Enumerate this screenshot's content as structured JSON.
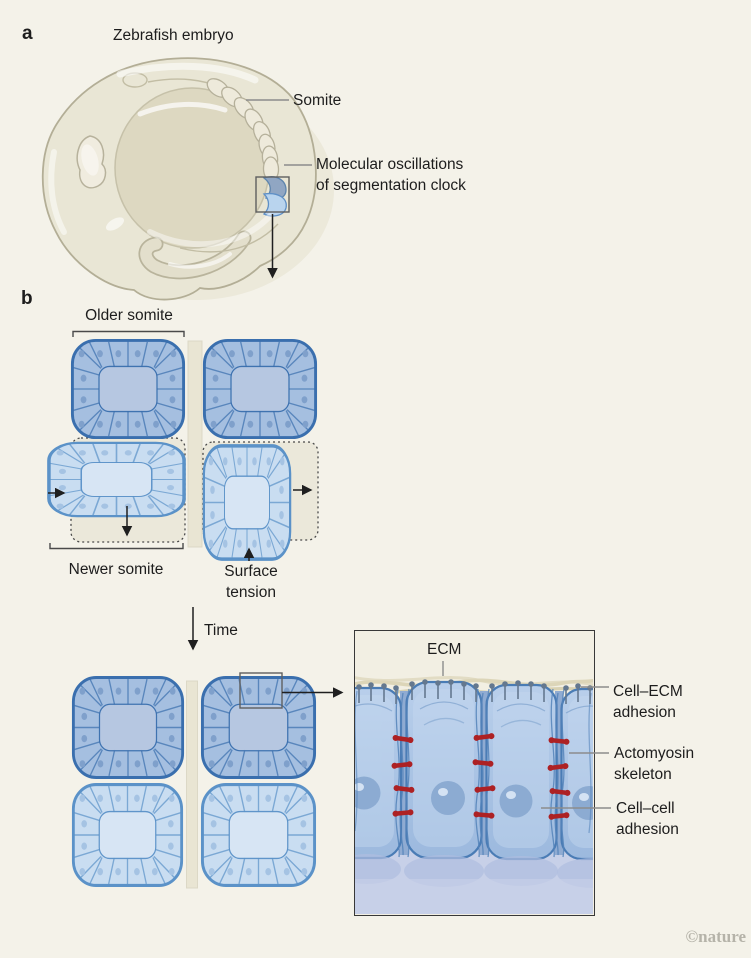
{
  "figure": {
    "panel_a": {
      "label": "a",
      "title": "Zebrafish embryo",
      "somite": "Somite",
      "oscillations": "Molecular oscillations\nof segmentation clock"
    },
    "panel_b": {
      "label": "b",
      "older_somite": "Older somite",
      "newer_somite": "Newer somite",
      "surface_tension": "Surface\ntension",
      "time": "Time",
      "ecm": "ECM",
      "cell_ecm": "Cell–ECM\nadhesion",
      "actomyosin": "Actomyosin\nskeleton",
      "cell_cell": "Cell–cell\nadhesion"
    },
    "watermark": "©nature",
    "colors": {
      "background": "#f4f2e9",
      "older_somite_fill": "#a5bfe0",
      "older_somite_outline": "#3a6fae",
      "newer_somite_fill": "#c9ddf1",
      "newer_somite_outline": "#5b92c8",
      "embryo_body": "#e9e6d5",
      "embryo_outline": "#b3ae96",
      "notochord": "#e9e5d3",
      "ecm_fiber": "#dcd5b8",
      "cell_cell_adhesion_red": "#ad2124",
      "cell_ecm_pin_gray": "#64788f",
      "detail_cell_fill": "#aac2e2",
      "detail_cell_outline": "#4a7cb5",
      "text": "#1d1d1d"
    }
  }
}
